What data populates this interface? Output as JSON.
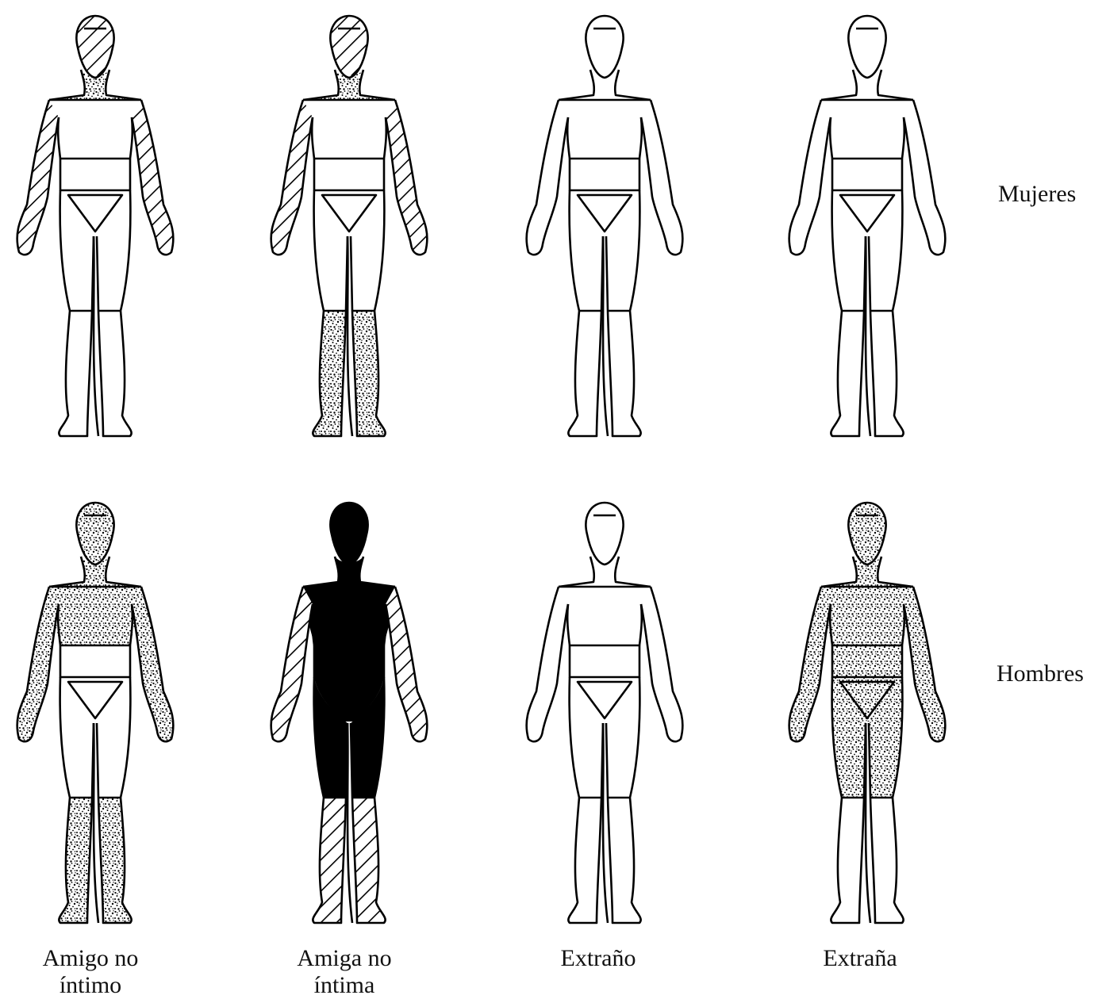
{
  "row_labels": {
    "women": "Mujeres",
    "men": "Hombres"
  },
  "column_labels": {
    "c1": "Amigo no\níntimo",
    "c2": "Amiga no\níntima",
    "c3": "Extraño",
    "c4": "Extraña"
  },
  "figures": [
    {
      "row": "women",
      "col": "c1",
      "zones": {
        "head": "hatch",
        "neck": "dots",
        "chest": "none",
        "belly": "none",
        "pelvis": "none",
        "arms": "hatch",
        "thighs": "none",
        "legs": "none"
      }
    },
    {
      "row": "women",
      "col": "c2",
      "zones": {
        "head": "hatch",
        "neck": "dots",
        "chest": "none",
        "belly": "none",
        "pelvis": "none",
        "arms": "hatch",
        "thighs": "none",
        "legs": "dots"
      }
    },
    {
      "row": "women",
      "col": "c3",
      "zones": {
        "head": "none",
        "neck": "none",
        "chest": "none",
        "belly": "none",
        "pelvis": "none",
        "arms": "none",
        "thighs": "none",
        "legs": "none"
      }
    },
    {
      "row": "women",
      "col": "c4",
      "zones": {
        "head": "none",
        "neck": "none",
        "chest": "none",
        "belly": "none",
        "pelvis": "none",
        "arms": "none",
        "thighs": "none",
        "legs": "none"
      }
    },
    {
      "row": "men",
      "col": "c1",
      "zones": {
        "head": "dots",
        "neck": "dots",
        "chest": "dots",
        "belly": "none",
        "pelvis": "none",
        "arms": "dots",
        "thighs": "none",
        "legs": "dots"
      }
    },
    {
      "row": "men",
      "col": "c2",
      "zones": {
        "head": "black",
        "neck": "black",
        "chest": "black",
        "belly": "black",
        "pelvis": "black",
        "arms": "hatch",
        "thighs": "black",
        "legs": "hatch"
      }
    },
    {
      "row": "men",
      "col": "c3",
      "zones": {
        "head": "none",
        "neck": "none",
        "chest": "none",
        "belly": "none",
        "pelvis": "none",
        "arms": "none",
        "thighs": "none",
        "legs": "none"
      }
    },
    {
      "row": "men",
      "col": "c4",
      "zones": {
        "head": "dots",
        "neck": "dots",
        "chest": "dots",
        "belly": "dots",
        "pelvis": "dots",
        "arms": "dots",
        "thighs": "dots",
        "legs": "none"
      }
    }
  ]
}
